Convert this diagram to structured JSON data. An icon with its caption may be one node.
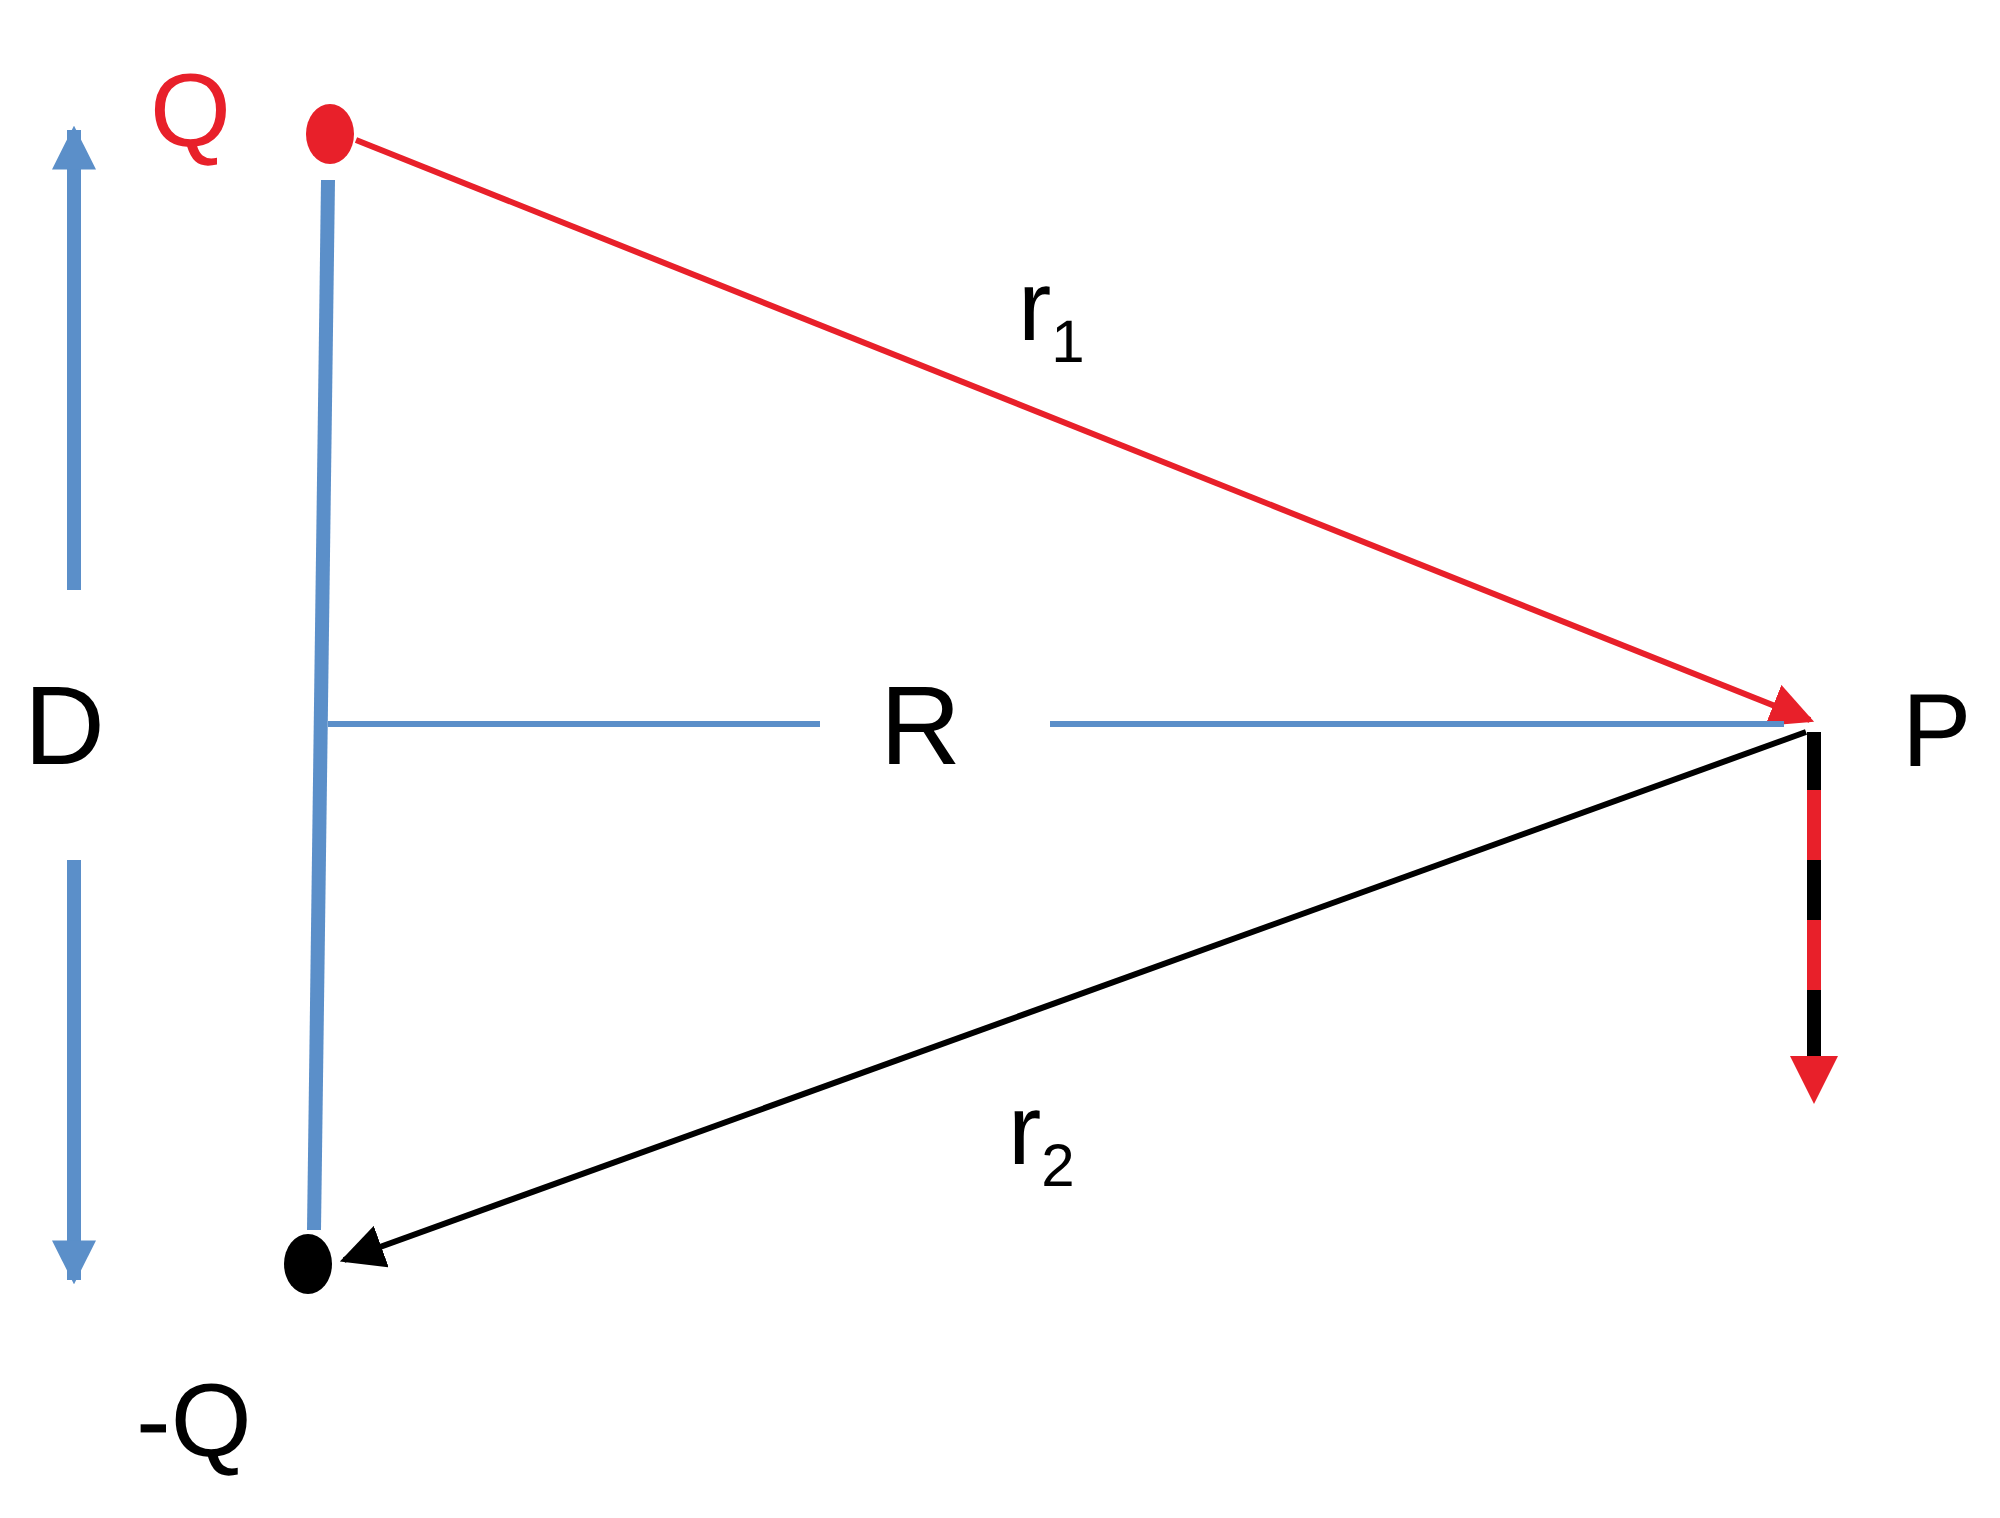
{
  "diagram": {
    "nodes": [
      {
        "text": [
          "Q"
        ]
      },
      {
        "text": [
          "P"
        ]
      },
      {
        "text": [
          "-Q"
        ]
      }
    ],
    "edges": [
      {
        "from": 0,
        "to": 1,
        "arrow": "to",
        "label": "r$_{1}$",
        "color": "#e8202a"
      },
      {
        "from": 1,
        "to": 2,
        "arrow": "to",
        "label": "r$_{2}$",
        "color": "#000000"
      },
      {
        "from": 0,
        "to": 2,
        "arrow": "none",
        "style": "thick",
        "color": "#5b8fc9"
      }
    ],
    "labels": [
      "D",
      "R"
    ]
  }
}
